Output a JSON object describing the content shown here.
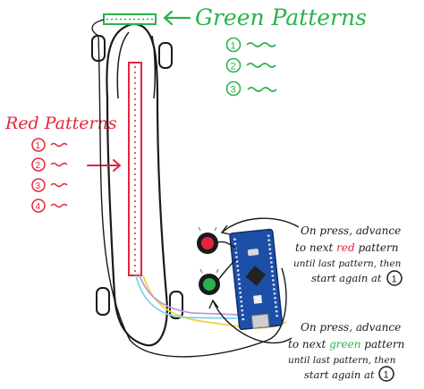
{
  "colors": {
    "ink": "#1a1a1a",
    "green": "#2bb24c",
    "red": "#e2263a",
    "board_blue": "#1e4fa8",
    "wire_yellow": "#f2d23a",
    "wire_purple": "#b59be0",
    "wire_cyan": "#7fd3e6",
    "white": "#ffffff"
  },
  "green_section": {
    "title": "Green Patterns",
    "items": [
      "1",
      "2",
      "3"
    ]
  },
  "red_section": {
    "title": "Red Patterns",
    "items": [
      "1",
      "2",
      "3",
      "4"
    ]
  },
  "red_button_note": {
    "line1": "On press, advance",
    "line2_a": "to next ",
    "line2_highlight": "red",
    "line2_b": " pattern",
    "line3": "until last pattern, then",
    "line4": "start again at",
    "circled": "1"
  },
  "green_button_note": {
    "line1": "On press, advance",
    "line2_a": "to next ",
    "line2_highlight": "green",
    "line2_b": " pattern",
    "line3": "until last pattern, then",
    "line4": "start again at",
    "circled": "1"
  }
}
